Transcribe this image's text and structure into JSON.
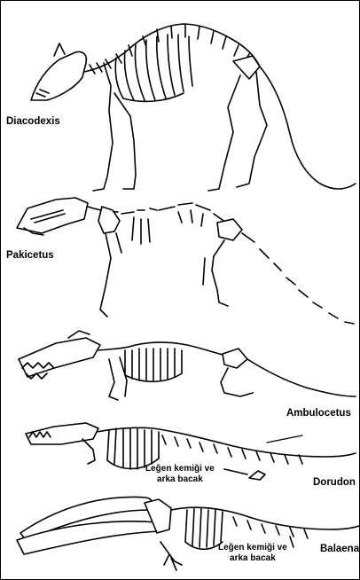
{
  "figure": {
    "labels": {
      "diacodexis": "Diacodexis",
      "pakicetus": "Pakicetus",
      "ambulocetus": "Ambulocetus",
      "dorudon": "Dorudon",
      "balaena": "Balaena"
    },
    "annotations": {
      "dorudon_note": [
        "Leğen kemiği ve",
        "arka bacak"
      ],
      "balaena_note": [
        "Leğen kemiği ve",
        "arka bacak"
      ]
    },
    "colors": {
      "ink": "#000000",
      "paper": "#ffffff"
    }
  }
}
